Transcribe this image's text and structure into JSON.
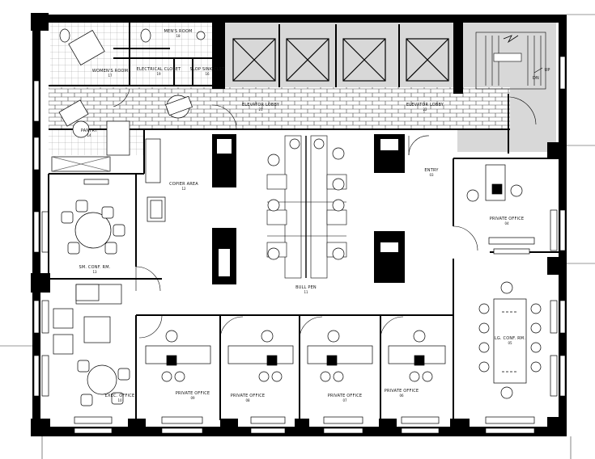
{
  "rooms": {
    "mens_room": {
      "name": "MEN'S ROOM",
      "number": "18"
    },
    "womens_room": {
      "name": "WOMEN'S ROOM",
      "number": "17"
    },
    "electrical": {
      "name": "ELECTRICAL CLOSET",
      "number": "19"
    },
    "slop_sink": {
      "name": "SLOP SINK CLST",
      "number": "16"
    },
    "elevator_lobby_1": {
      "name": "ELEVATOR LOBBY",
      "number": "21"
    },
    "elevator_lobby_2": {
      "name": "ELEVATOR LOBBY",
      "number": "22"
    },
    "pantry": {
      "name": "PANTRY",
      "number": "14"
    },
    "copier": {
      "name": "COPIER AREA",
      "number": "12"
    },
    "entry": {
      "name": "ENTRY",
      "number": "03"
    },
    "office_04": {
      "name": "PRIVATE OFFICE",
      "number": "04"
    },
    "sm_conf": {
      "name": "SM. CONF. RM.",
      "number": "13"
    },
    "bull_pen": {
      "name": "BULL PEN",
      "number": "11"
    },
    "lg_conf": {
      "name": "LG. CONF. RM.",
      "number": "05"
    },
    "exec_office": {
      "name": "EXEC. OFFICE",
      "number": "10"
    },
    "office_09": {
      "name": "PRIVATE OFFICE",
      "number": "09"
    },
    "office_08": {
      "name": "PRIVATE OFFICE",
      "number": "08"
    },
    "office_07": {
      "name": "PRIVATE OFFICE",
      "number": "07"
    },
    "office_06": {
      "name": "PRIVATE OFFICE",
      "number": "06"
    }
  },
  "stair": {
    "up": "UP",
    "down": "DN"
  },
  "colors": {
    "wall": "#000000",
    "core": "#d8d8d8",
    "line": "#111111"
  }
}
